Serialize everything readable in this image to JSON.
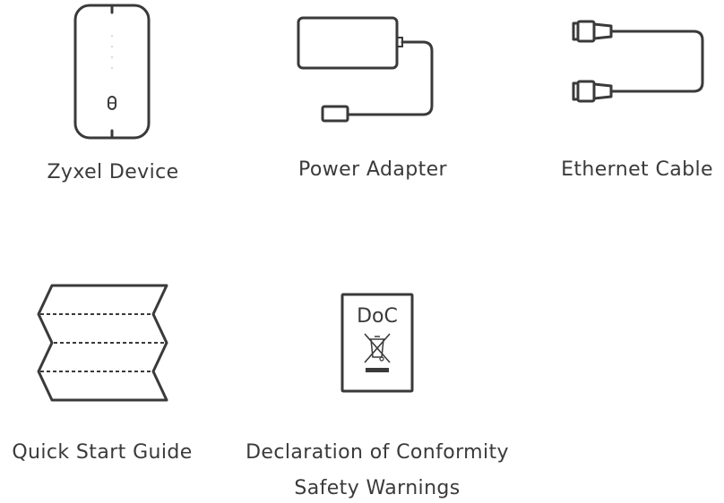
{
  "items": [
    {
      "label": "Zyxel Device",
      "icon": "router-icon"
    },
    {
      "label": "Power Adapter",
      "icon": "power-adapter-icon"
    },
    {
      "label": "Ethernet Cable",
      "icon": "ethernet-cable-icon"
    },
    {
      "label": "Quick Start Guide",
      "icon": "folded-guide-icon"
    },
    {
      "label": "Declaration of Conformity",
      "label_line2": "Safety Warnings",
      "icon": "doc-card-icon",
      "card_text": "DoC"
    }
  ]
}
